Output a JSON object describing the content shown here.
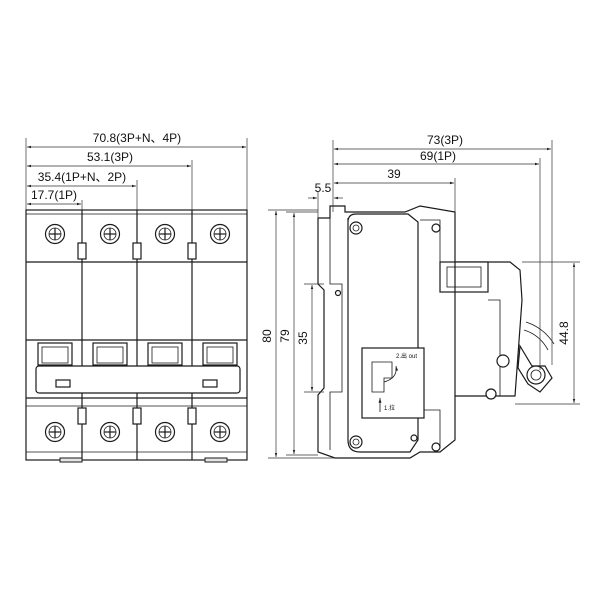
{
  "front_view": {
    "dims": {
      "w_4p": "70.8(3P+N、4P)",
      "w_3p": "53.1(3P)",
      "w_2p": "35.4(1P+N、2P)",
      "w_1p": "17.7(1P)"
    }
  },
  "side_view": {
    "dims": {
      "depth_3p": "73(3P)",
      "depth_1p": "69(1P)",
      "d_39": "39",
      "d_5_5": "5.5",
      "h_80": "80",
      "h_79": "79",
      "h_35": "35",
      "h_44_8": "44.8"
    },
    "label": {
      "out": "2.出 out",
      "in": "1.拉"
    }
  }
}
